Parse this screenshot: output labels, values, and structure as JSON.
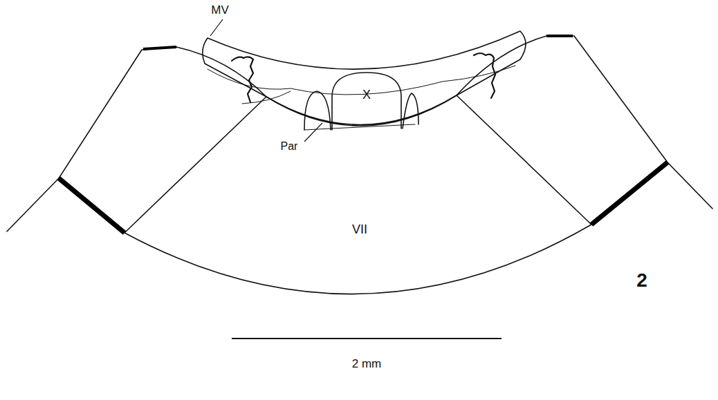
{
  "diagram": {
    "labels": [
      "MV",
      "X",
      "Par",
      "VII",
      "2",
      "2 mm"
    ]
  }
}
